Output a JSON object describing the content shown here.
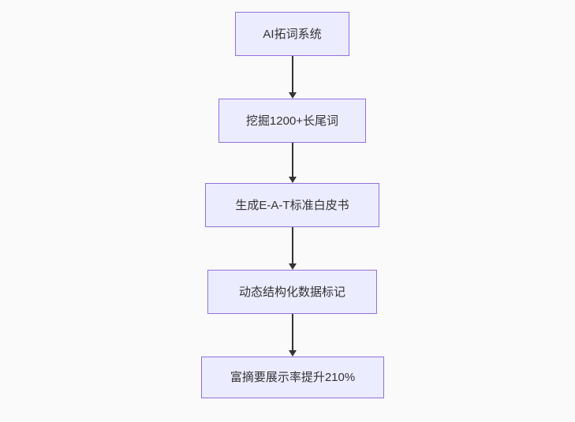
{
  "diagram": {
    "type": "flowchart",
    "direction": "top-down",
    "colors": {
      "background": "#fafafa",
      "node_fill": "#ececff",
      "node_border": "#9370db",
      "arrow_color": "#333333",
      "text_color": "#333333"
    },
    "nodes": [
      {
        "id": "node-1",
        "label": "AI拓词系统"
      },
      {
        "id": "node-2",
        "label": "挖掘1200+长尾词"
      },
      {
        "id": "node-3",
        "label": "生成E-A-T标准白皮书"
      },
      {
        "id": "node-4",
        "label": "动态结构化数据标记"
      },
      {
        "id": "node-5",
        "label": "富摘要展示率提升210%"
      }
    ],
    "edges": [
      {
        "from": "node-1",
        "to": "node-2"
      },
      {
        "from": "node-2",
        "to": "node-3"
      },
      {
        "from": "node-3",
        "to": "node-4"
      },
      {
        "from": "node-4",
        "to": "node-5"
      }
    ]
  }
}
